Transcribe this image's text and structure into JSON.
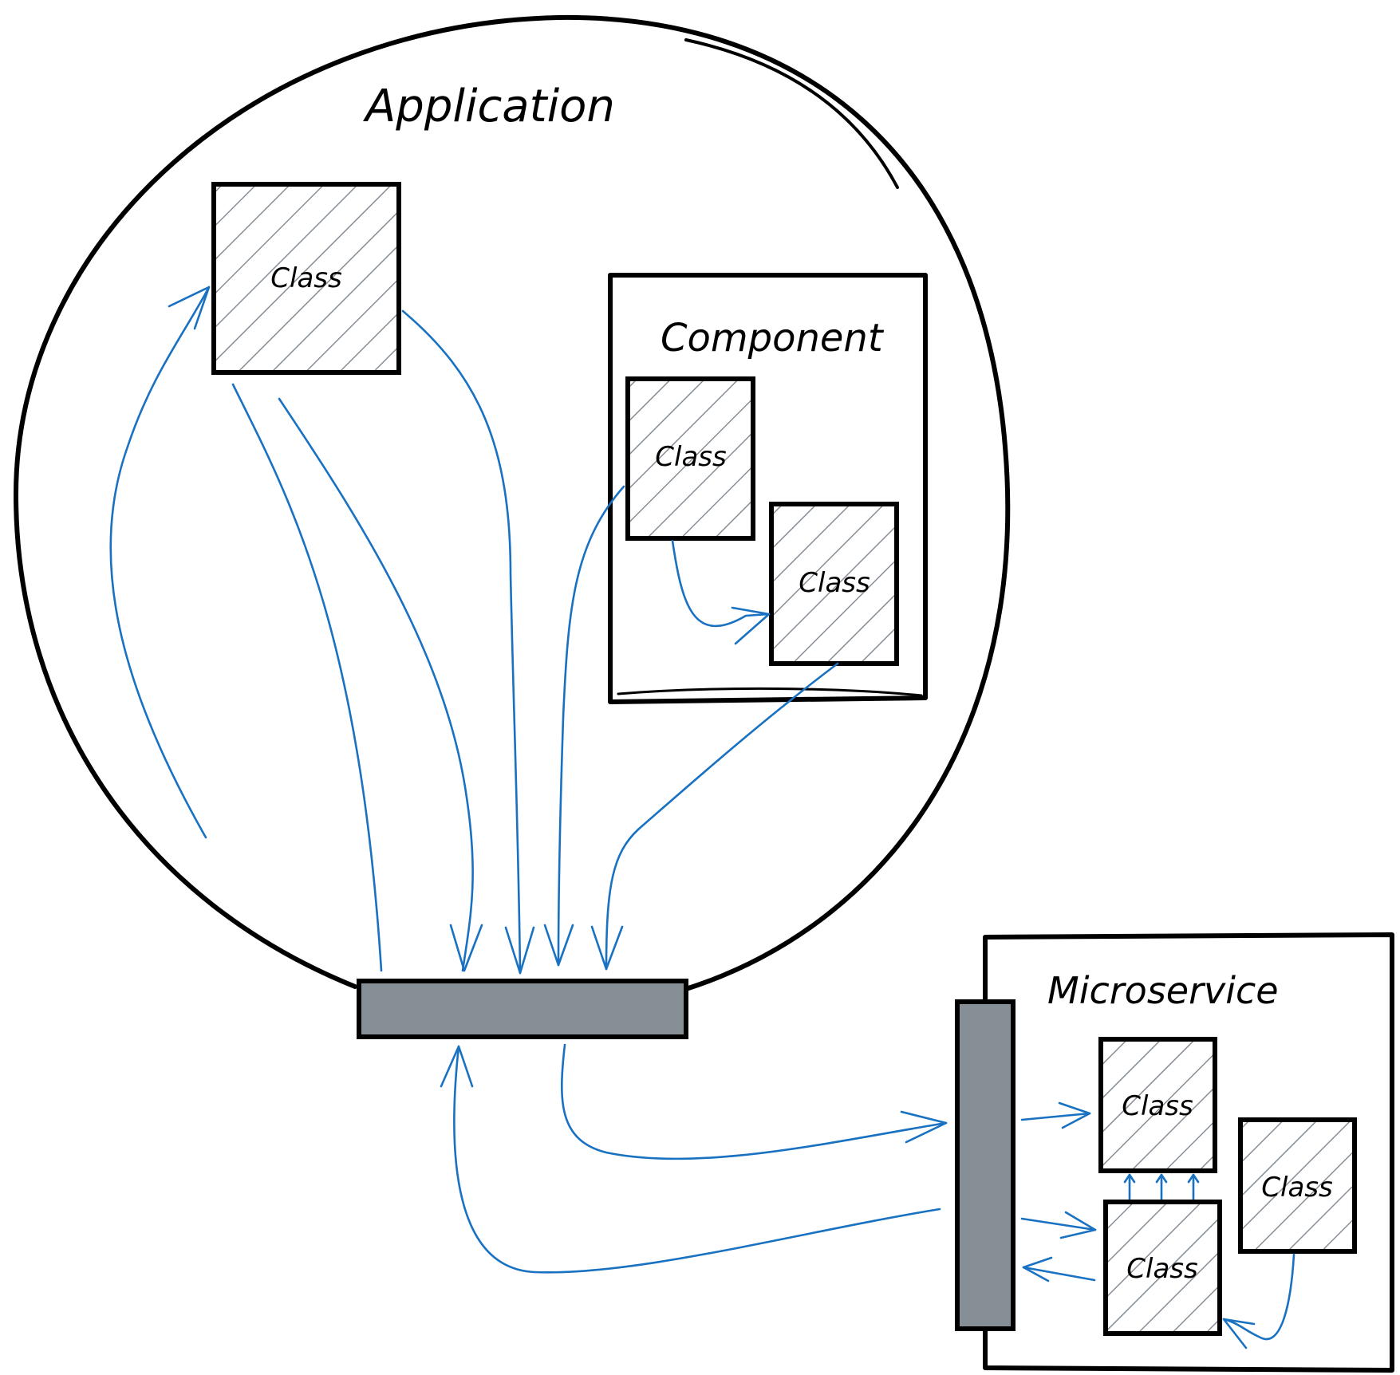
{
  "labels": {
    "application": "Application",
    "component": "Component",
    "microservice": "Microservice",
    "class": "Class"
  },
  "colors": {
    "stroke": "#000000",
    "connector": "#1971c2",
    "hatch": "#868e96",
    "interface_bar": "#868e96",
    "background": "#ffffff"
  }
}
